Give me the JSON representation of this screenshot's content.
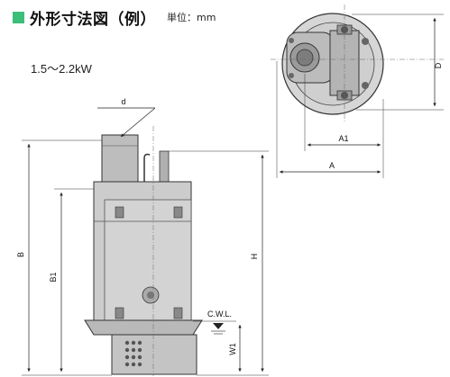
{
  "header": {
    "title": "外形寸法図（例）",
    "unit": "単位：mm"
  },
  "model_range": "1.5～2.2kW",
  "dimensions": {
    "d": "d",
    "D": "D",
    "A1": "A1",
    "A": "A",
    "B": "B",
    "B1": "B1",
    "H": "H",
    "CWL": "C.W.L.",
    "W1": "W1"
  },
  "colors": {
    "marker": "#3cbf78",
    "body_fill": "#c9c9c9",
    "line": "#333333"
  }
}
